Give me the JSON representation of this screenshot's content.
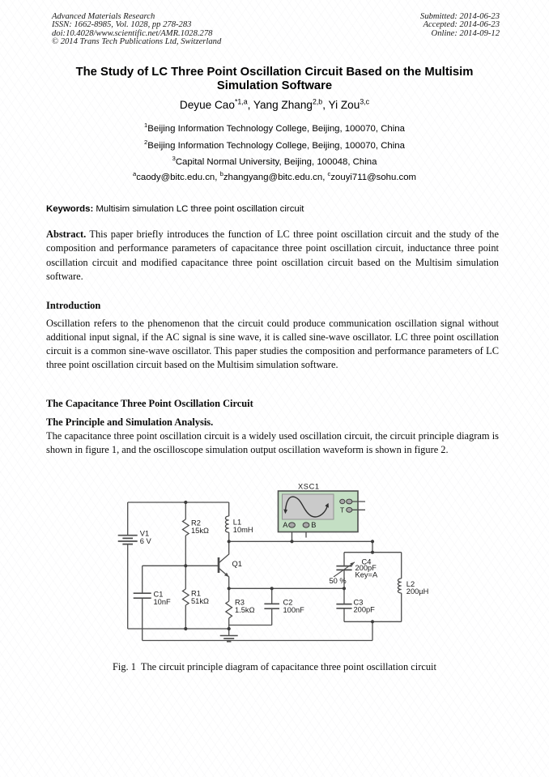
{
  "header": {
    "left": [
      "Advanced Materials Research",
      "ISSN: 1662-8985, Vol. 1028, pp 278-283",
      "doi:10.4028/www.scientific.net/AMR.1028.278",
      "© 2014 Trans Tech Publications Ltd, Switzerland"
    ],
    "right": [
      "Submitted: 2014-06-23",
      "Accepted: 2014-06-23",
      "Online: 2014-09-12"
    ]
  },
  "title": {
    "line1": "The Study of LC Three Point Oscillation Circuit Based on the Multisim",
    "line2": "Simulation Software"
  },
  "authors": [
    {
      "name": "Deyue Cao",
      "sup": "*1,a",
      "sep": ", "
    },
    {
      "name": "Yang Zhang",
      "sup": "2,b",
      "sep": ", "
    },
    {
      "name": "Yi Zou",
      "sup": "3,c",
      "sep": ""
    }
  ],
  "affiliations": [
    {
      "sup": "1",
      "text": "Beijing Information Technology College, Beijing, 100070, China"
    },
    {
      "sup": "2",
      "text": "Beijing Information Technology College, Beijing, 100070, China"
    },
    {
      "sup": "3",
      "text": "Capital Normal University, Beijing, 100048, China"
    }
  ],
  "emails": [
    {
      "sup": "a",
      "text": "caody@bitc.edu.cn, "
    },
    {
      "sup": "b",
      "text": "zhangyang@bitc.edu.cn, "
    },
    {
      "sup": "c",
      "text": "zouyi711@sohu.com"
    }
  ],
  "keywords": {
    "label": "Keywords:",
    "text": " Multisim simulation LC three point oscillation circuit"
  },
  "abstract": {
    "label": "Abstract.",
    "text": " This paper briefly introduces the function of LC three point oscillation circuit and the study of the composition and performance parameters of capacitance three point oscillation circuit, inductance three point oscillation circuit and modified capacitance three point oscillation circuit based on the Multisim simulation software."
  },
  "sections": {
    "introduction": {
      "heading": "Introduction",
      "body": "Oscillation refers to the phenomenon that the circuit could produce communication oscillation signal without additional input signal, if the AC signal is sine wave, it is called sine-wave oscillator. LC three point oscillation circuit is a common sine-wave oscillator. This paper studies the composition and performance parameters of LC three point oscillation circuit based on the Multisim simulation software."
    },
    "capacitance": {
      "heading": "The Capacitance Three Point Oscillation Circuit",
      "subheading": "The Principle and Simulation Analysis.",
      "body": "The capacitance three point oscillation circuit is a widely used oscillation circuit, the circuit principle diagram is shown in figure 1, and the oscilloscope simulation output oscillation waveform is shown in figure 2."
    }
  },
  "figure": {
    "caption": "Fig. 1  The circuit principle diagram of capacitance three point oscillation circuit",
    "oscilloscope": {
      "label": "XSC1",
      "terminal_a": "A",
      "terminal_b": "B",
      "terminal_t": "T"
    },
    "components": {
      "v1": {
        "ref": "V1",
        "value": "6 V"
      },
      "r2": {
        "ref": "R2",
        "value": "15kΩ"
      },
      "r1": {
        "ref": "R1",
        "value": "51kΩ"
      },
      "r3": {
        "ref": "R3",
        "value": "1.5kΩ"
      },
      "l1": {
        "ref": "L1",
        "value": "10mH"
      },
      "l2": {
        "ref": "L2",
        "value": "200µH"
      },
      "c1": {
        "ref": "C1",
        "value": "10nF"
      },
      "c2": {
        "ref": "C2",
        "value": "100nF"
      },
      "c3": {
        "ref": "C3",
        "value": "200pF"
      },
      "c4": {
        "ref": "C4",
        "value": "200pF",
        "key": "Key=A",
        "percent": "50 %"
      },
      "q1": {
        "ref": "Q1"
      }
    },
    "colors": {
      "scope_fill": "#c4dfc4",
      "screen_fill": "#cacaca",
      "wire": "#4d4d4d"
    }
  }
}
